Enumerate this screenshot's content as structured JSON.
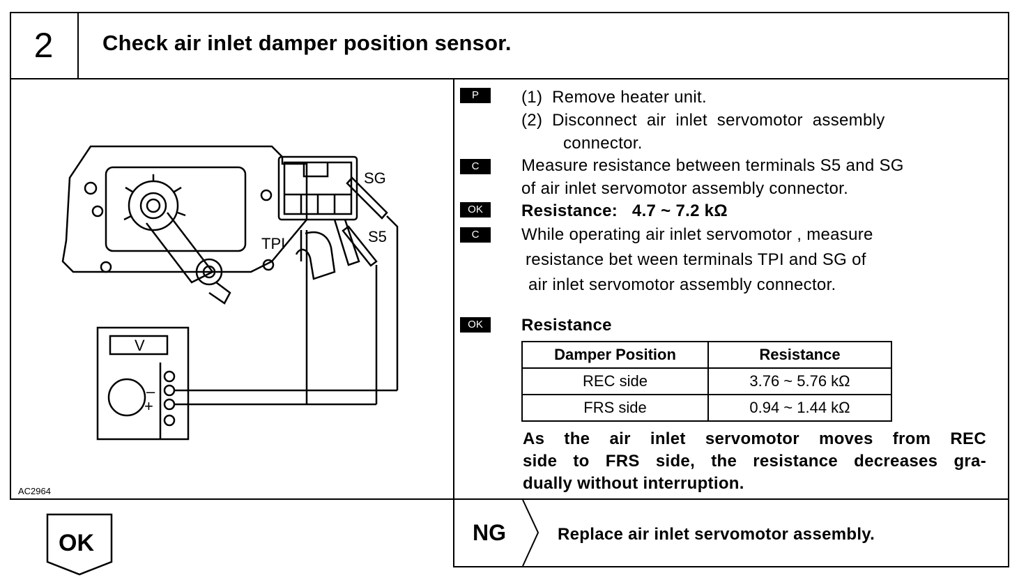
{
  "step": {
    "number": "2",
    "title": "Check air inlet damper position sensor."
  },
  "figure": {
    "code": "AC2964",
    "labels": {
      "sg": "SG",
      "s5": "S5",
      "tpi": "TPI",
      "meter": "V",
      "minus": "–",
      "plus": "+"
    }
  },
  "procedure": [
    {
      "badge": "P",
      "lines": [
        "(1)  Remove heater unit.",
        "(2)  Disconnect  air  inlet  servomotor  assembly",
        "connector."
      ]
    },
    {
      "badge": "C",
      "lines": [
        "Measure resistance between terminals S5 and SG",
        "of air inlet servomotor assembly connector."
      ]
    },
    {
      "badge": "OK",
      "lines": [
        "Resistance:   4.7 ~ 7.2 kΩ"
      ]
    },
    {
      "badge": "C",
      "lines": [
        "While operating air inlet servomotor , measure",
        "resistance bet ween  terminals TPI and SG of",
        "air inlet servomotor assembly connector."
      ]
    },
    {
      "badge": "OK",
      "lines": [
        "Resistance"
      ]
    }
  ],
  "table": {
    "headers": [
      "Damper Position",
      "Resistance"
    ],
    "rows": [
      [
        "REC side",
        "3.76 ~ 5.76 kΩ"
      ],
      [
        "FRS side",
        "0.94 ~ 1.44 kΩ"
      ]
    ]
  },
  "note": [
    "As the air inlet servomotor moves from REC",
    "side to FRS side, the resistance decreases gra-",
    "dually without interruption."
  ],
  "result_ok": {
    "label": "OK"
  },
  "result_ng": {
    "label": "NG",
    "action": "Replace air inlet servomotor assembly."
  }
}
